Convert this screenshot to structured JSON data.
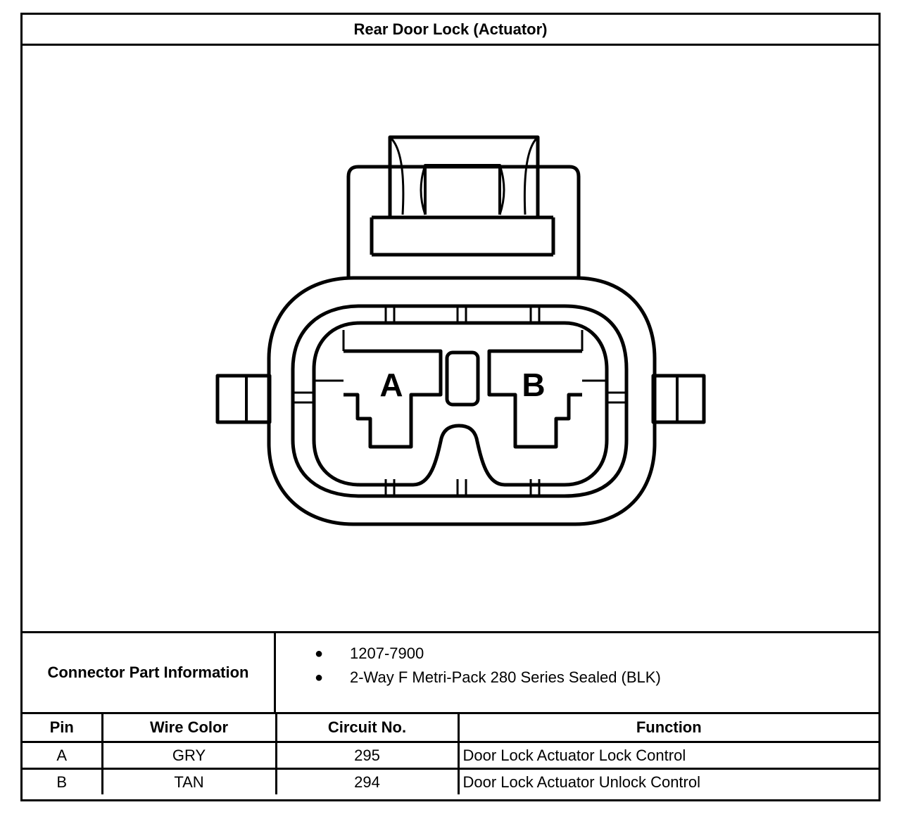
{
  "title": "Rear Door Lock (Actuator)",
  "diagram": {
    "cavity_labels": [
      "A",
      "B"
    ]
  },
  "part_info": {
    "label": "Connector Part Information",
    "items": [
      "1207-7900",
      "2-Way F Metri-Pack 280 Series Sealed (BLK)"
    ]
  },
  "pin_table": {
    "headers": [
      "Pin",
      "Wire Color",
      "Circuit No.",
      "Function"
    ],
    "rows": [
      {
        "pin": "A",
        "wire_color": "GRY",
        "circuit": "295",
        "function": "Door Lock Actuator Lock Control"
      },
      {
        "pin": "B",
        "wire_color": "TAN",
        "circuit": "294",
        "function": "Door Lock Actuator Unlock Control"
      }
    ]
  }
}
